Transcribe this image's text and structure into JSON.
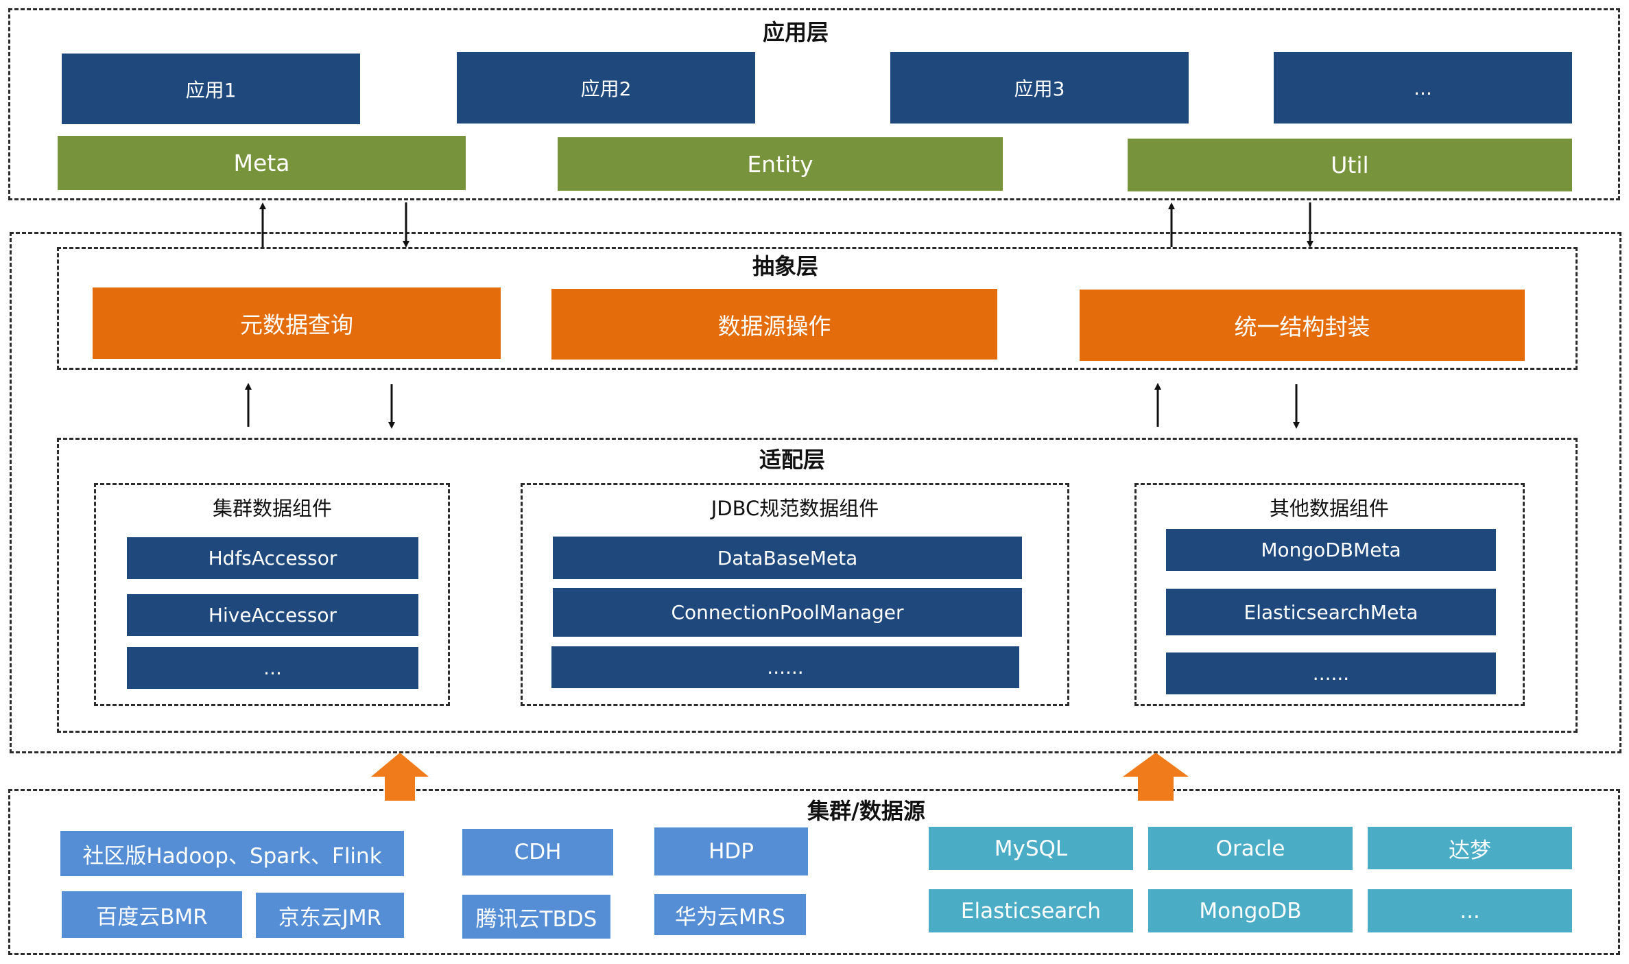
{
  "application_layer": {
    "title": "应用层",
    "apps": [
      "应用1",
      "应用2",
      "应用3",
      "..."
    ],
    "modules": [
      "Meta",
      "Entity",
      "Util"
    ]
  },
  "abstract_layer": {
    "title": "抽象层",
    "items": [
      "元数据查询",
      "数据源操作",
      "统一结构封装"
    ]
  },
  "adapter_layer": {
    "title": "适配层",
    "groups": [
      {
        "title": "集群数据组件",
        "items": [
          "HdfsAccessor",
          "HiveAccessor",
          "..."
        ]
      },
      {
        "title": "JDBC规范数据组件",
        "items": [
          "DataBaseMeta",
          "ConnectionPoolManager",
          "......"
        ]
      },
      {
        "title": "其他数据组件",
        "items": [
          "MongoDBMeta",
          "ElasticsearchMeta",
          "......"
        ]
      }
    ]
  },
  "source_layer": {
    "title": "集群/数据源",
    "clusters": [
      "社区版Hadoop、Spark、Flink",
      "百度云BMR",
      "京东云JMR",
      "CDH",
      "腾讯云TBDS",
      "HDP",
      "华为云MRS"
    ],
    "datasources": [
      "MySQL",
      "Oracle",
      "达梦",
      "Elasticsearch",
      "MongoDB",
      "..."
    ]
  },
  "colors": {
    "app": "#1f497d",
    "module": "#77933c",
    "abstract": "#e46c0a",
    "cluster": "#558ed5",
    "datasource": "#4bacc6",
    "big_arrow": "#f07b1a"
  }
}
